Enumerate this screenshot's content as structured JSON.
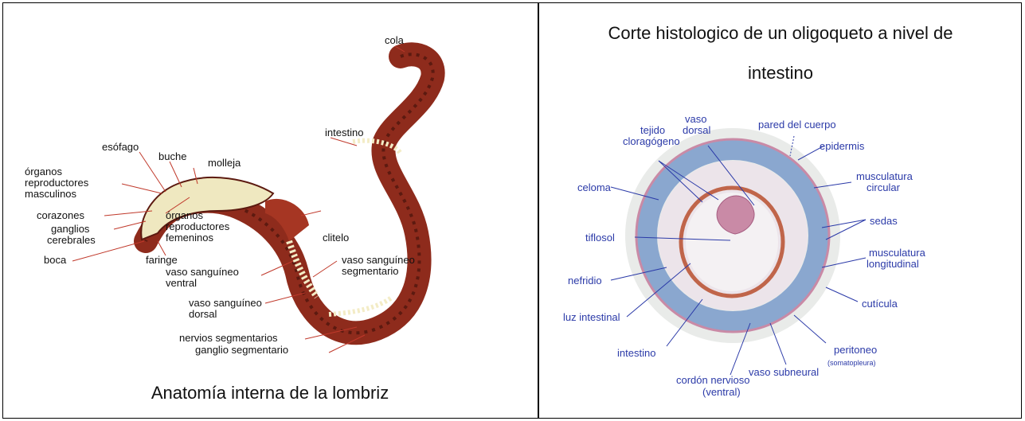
{
  "left_panel": {
    "caption": "Anatomía interna de la lombriz",
    "labels": {
      "cola": "cola",
      "intestino": "intestino",
      "esofago": "esófago",
      "buche": "buche",
      "molleja": "molleja",
      "organos_masc_1": "órganos",
      "organos_masc_2": "reproductores",
      "organos_masc_3": "masculinos",
      "corazones": "corazones",
      "ganglios_1": "ganglios",
      "ganglios_2": "cerebrales",
      "organos_fem_1": "órganos",
      "organos_fem_2": "reproductores",
      "organos_fem_3": "femeninos",
      "clitelo": "clitelo",
      "boca": "boca",
      "faringe": "faringe",
      "vaso_ventral_1": "vaso sanguíneo",
      "vaso_ventral_2": "ventral",
      "vaso_seg_1": "vaso sanguíneo",
      "vaso_seg_2": "segmentario",
      "vaso_dorsal_1": "vaso sanguíneo",
      "vaso_dorsal_2": "dorsal",
      "nervios": "nervios segmentarios",
      "ganglio_seg": "ganglio segmentario"
    }
  },
  "right_panel": {
    "title_line1": "Corte histologico de un oligoqueto a nivel de",
    "title_line2": "intestino",
    "labels": {
      "vaso_dorsal_1": "vaso",
      "vaso_dorsal_2": "dorsal",
      "pared": "pared del cuerpo",
      "tejido_1": "tejido",
      "tejido_2": "cloragógeno",
      "epidermis": "epidermis",
      "musc_circ_1": "musculatura",
      "musc_circ_2": "circular",
      "celoma": "celoma",
      "sedas": "sedas",
      "tiflosol": "tiflosol",
      "musc_long_1": "musculatura",
      "musc_long_2": "longitudinal",
      "nefridio": "nefridio",
      "cuticula": "cutícula",
      "luz": "luz intestinal",
      "intestino": "intestino",
      "peritoneo": "peritoneo",
      "somatopleura": "(somatopleura)",
      "vaso_subneural": "vaso subneural",
      "cordon_1": "cordón nervioso",
      "cordon_2": "(ventral)"
    }
  },
  "colors": {
    "worm_body": "#8e2b1c",
    "worm_dark": "#5c1a10",
    "gut": "#f3ecc6",
    "label_blue": "#2b3aa8",
    "leader_red": "#c0392b",
    "tissue_pink": "#c98aa6",
    "tissue_blue": "#8aa7cf"
  }
}
